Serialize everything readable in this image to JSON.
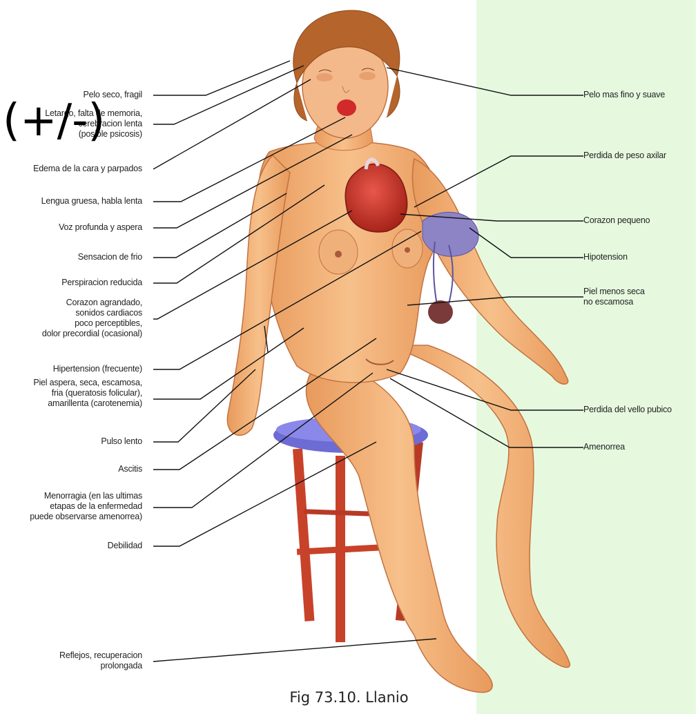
{
  "overlay_mark": "(+/-)",
  "caption": "Fig 73.10. Llanio",
  "colors": {
    "background": "#ffffff",
    "right_panel": "#e6f9df",
    "skin": "#f2b27a",
    "skin_shadow": "#d98a52",
    "hair": "#b5642b",
    "heart": "#c8351f",
    "cuff": "#8c84c4",
    "stool_seat": "#6d6bd4",
    "stool_legs": "#c8422a",
    "leader_line": "#111111"
  },
  "labels_left": [
    {
      "id": "pelo-seco",
      "text": "Pelo seco, fragil"
    },
    {
      "id": "letargo",
      "text": "Letargo, falta de memoria,\ncerebracion lenta\n(posible psicosis)"
    },
    {
      "id": "edema-cara",
      "text": "Edema de la cara y parpados"
    },
    {
      "id": "lengua-gruesa",
      "text": "Lengua gruesa, habla lenta"
    },
    {
      "id": "voz-profunda",
      "text": "Voz profunda y aspera"
    },
    {
      "id": "sensacion-frio",
      "text": "Sensacion de frio"
    },
    {
      "id": "perspiracion",
      "text": "Perspiracion reducida"
    },
    {
      "id": "corazon-agrandado",
      "text": "Corazon agrandado,\nsonidos cardiacos\npoco perceptibles,\ndolor precordial (ocasional)"
    },
    {
      "id": "hipertension",
      "text": "Hipertension (frecuente)"
    },
    {
      "id": "piel-aspera",
      "text": "Piel aspera, seca, escamosa,\nfria (queratosis folicular),\namarillenta (carotenemia)"
    },
    {
      "id": "pulso-lento",
      "text": "Pulso lento"
    },
    {
      "id": "ascitis",
      "text": "Ascitis"
    },
    {
      "id": "menorragia",
      "text": "Menorragia (en las ultimas\netapas de la enfermedad\npuede observarse amenorrea)"
    },
    {
      "id": "debilidad",
      "text": "Debilidad"
    },
    {
      "id": "reflejos",
      "text": "Reflejos, recuperacion\nprolongada"
    }
  ],
  "labels_right": [
    {
      "id": "pelo-fino",
      "text": "Pelo mas fino y suave"
    },
    {
      "id": "perdida-peso-axilar",
      "text": "Perdida de peso axilar"
    },
    {
      "id": "corazon-pequeno",
      "text": "Corazon pequeno"
    },
    {
      "id": "hipotension",
      "text": "Hipotension"
    },
    {
      "id": "piel-menos-seca",
      "text": "Piel menos seca\nno escamosa"
    },
    {
      "id": "perdida-vello",
      "text": "Perdida del vello pubico"
    },
    {
      "id": "amenorrea",
      "text": "Amenorrea"
    }
  ]
}
